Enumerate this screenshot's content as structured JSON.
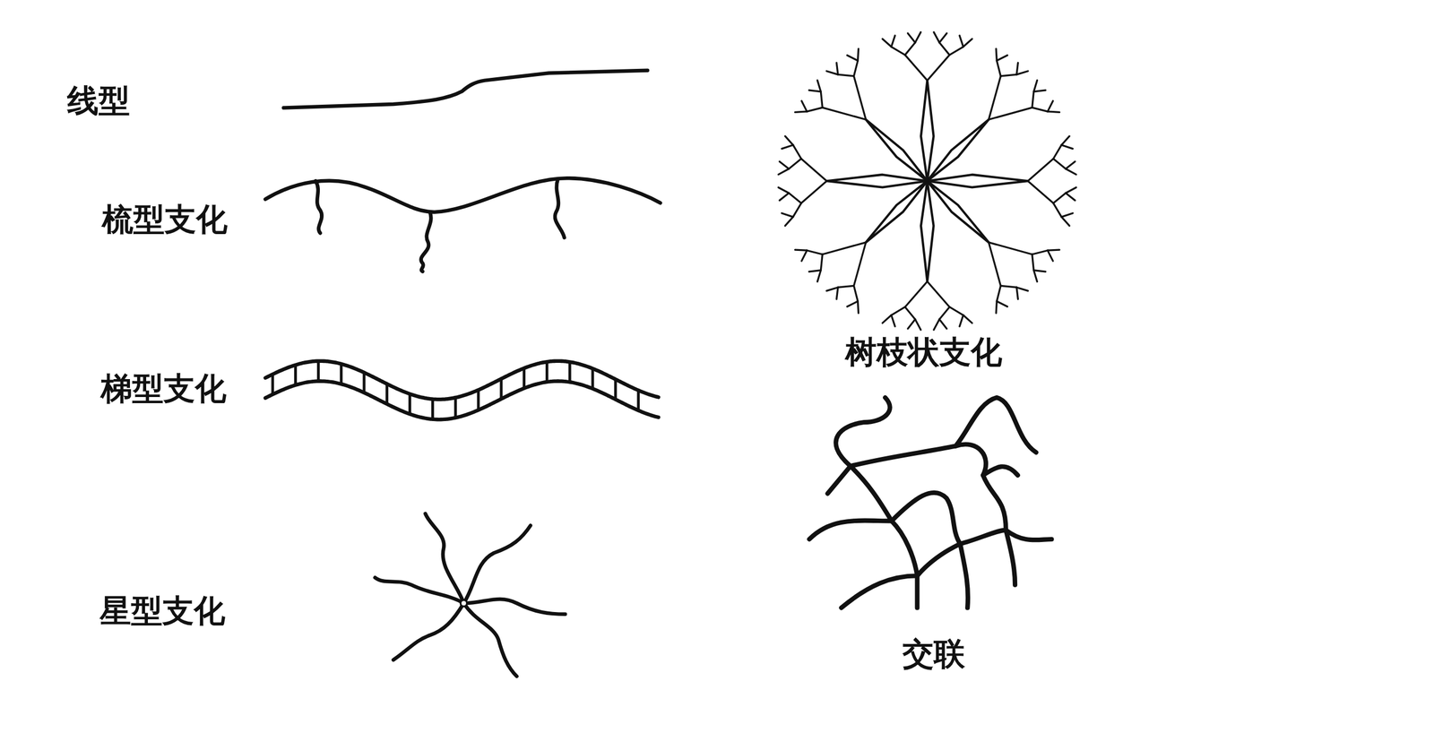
{
  "diagram": {
    "labels": [
      "线型",
      "梳型支化",
      "梯型支化",
      "星型支化",
      "树枝状支化",
      "交联"
    ]
  }
}
